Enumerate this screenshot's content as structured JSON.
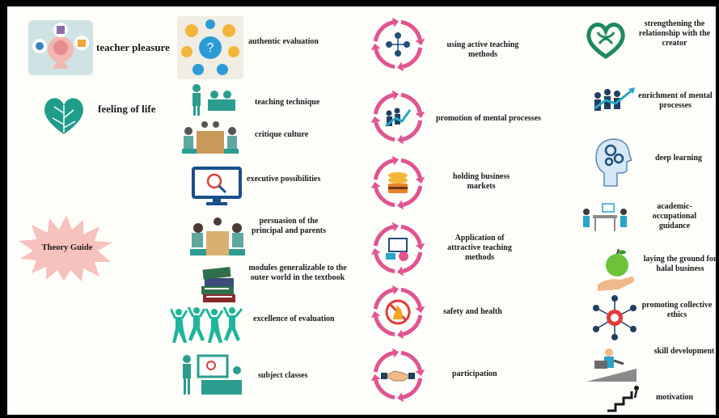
{
  "central": "Theory Guide",
  "col1": [
    "teacher pleasure",
    "feeling of life"
  ],
  "col2": [
    "authentic evaluation",
    "teaching technique",
    "critique culture",
    "executive possibilities",
    "persuasion of the principal and parents",
    "modules generalizable to the outer world in the textbook",
    "excellence of evaluation",
    "subject classes"
  ],
  "col3": [
    "using active teaching methods",
    "promotion of mental processes",
    "holding business markets",
    "Application of attractive teaching methods",
    "safety and health",
    "participation"
  ],
  "col4": [
    "strengthening the relationship with the creator",
    "enrichment of mental processes",
    "deep learning",
    "academic-occupational guidance",
    "laying the ground for halal business",
    "promoting collective ethics",
    "skill development",
    "motivation"
  ],
  "colors": {
    "cycle_arrow": "#e0558f",
    "accent_teal": "#1fb59a",
    "starburst": "#f7c1bd",
    "navy": "#1f3f5f"
  },
  "icons": [
    "teacher-pleasure-icon",
    "heart-leaf-icon",
    "cycle-arrows-icon",
    "celtic-heart-icon",
    "brain-gears-head-icon",
    "hand-apple-icon",
    "stairs-climber-icon"
  ]
}
